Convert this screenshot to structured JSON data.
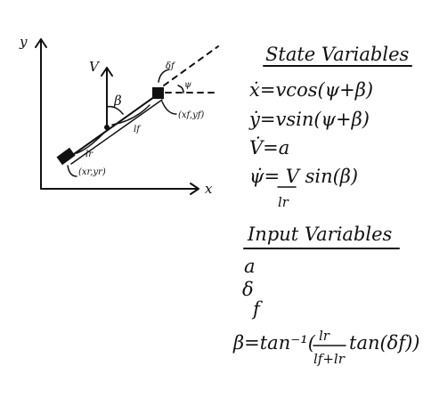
{
  "diagram": {
    "axes": {
      "y_label": "y",
      "x_label": "x"
    },
    "labels": {
      "velocity": "V",
      "slip_angle": "β",
      "steering": "δf",
      "heading": "ψ",
      "front_axle": "(xf,yf)",
      "rear_axle": "(xr,yr)",
      "front_length": "lf",
      "rear_length": "lr"
    }
  },
  "state_section": {
    "title": "State Variables",
    "equations": [
      "ẋ=vcos(ψ+β)",
      "ẏ=vsin(ψ+β)",
      "V̇=a",
      "ψ̇= V sin(β)"
    ],
    "psi_denominator": "lr"
  },
  "input_section": {
    "title": "Input Variables",
    "items": [
      "a",
      "δ",
      "f"
    ]
  },
  "beta_equation": {
    "lhs": "β=tan⁻¹(",
    "numerator": "lr",
    "denominator": "lf+lr",
    "rhs": "tan(δf))"
  },
  "colors": {
    "ink": "#111111",
    "background": "#ffffff"
  }
}
